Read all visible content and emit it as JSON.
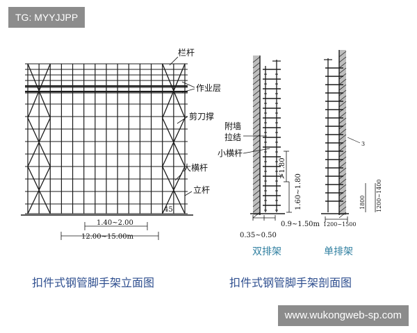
{
  "watermark_top": "TG: MYYJJPP",
  "watermark_bottom": "www.wukongweb-sp.com",
  "elevation": {
    "labels": {
      "lan_gan": "栏杆",
      "zuo_ye_ceng": "作业层",
      "jian_dao_cheng": "剪刀撑",
      "da_heng_gan": "大横杆",
      "li_gan": "立杆"
    },
    "angle": "45",
    "dim_spacing": "1.40~2.00",
    "dim_length": "12.00~15.00m",
    "caption": "扣件式钢管脚手架立面图"
  },
  "section": {
    "labels": {
      "fu_qiang_la_jie": "附墙\n拉结",
      "xiao_heng_gan": "小横杆",
      "marker_3": "3"
    },
    "dims": {
      "step": "≯1.80",
      "height": "1.60~1.80",
      "width": "0.9~1.50m",
      "offset": "0.35~0.50",
      "single_width": "1200~1500",
      "single_h1": "1800",
      "single_h2": "1200~1400"
    },
    "sub_double": "双排架",
    "sub_single": "单排架",
    "caption": "扣件式钢管脚手架剖面图"
  }
}
